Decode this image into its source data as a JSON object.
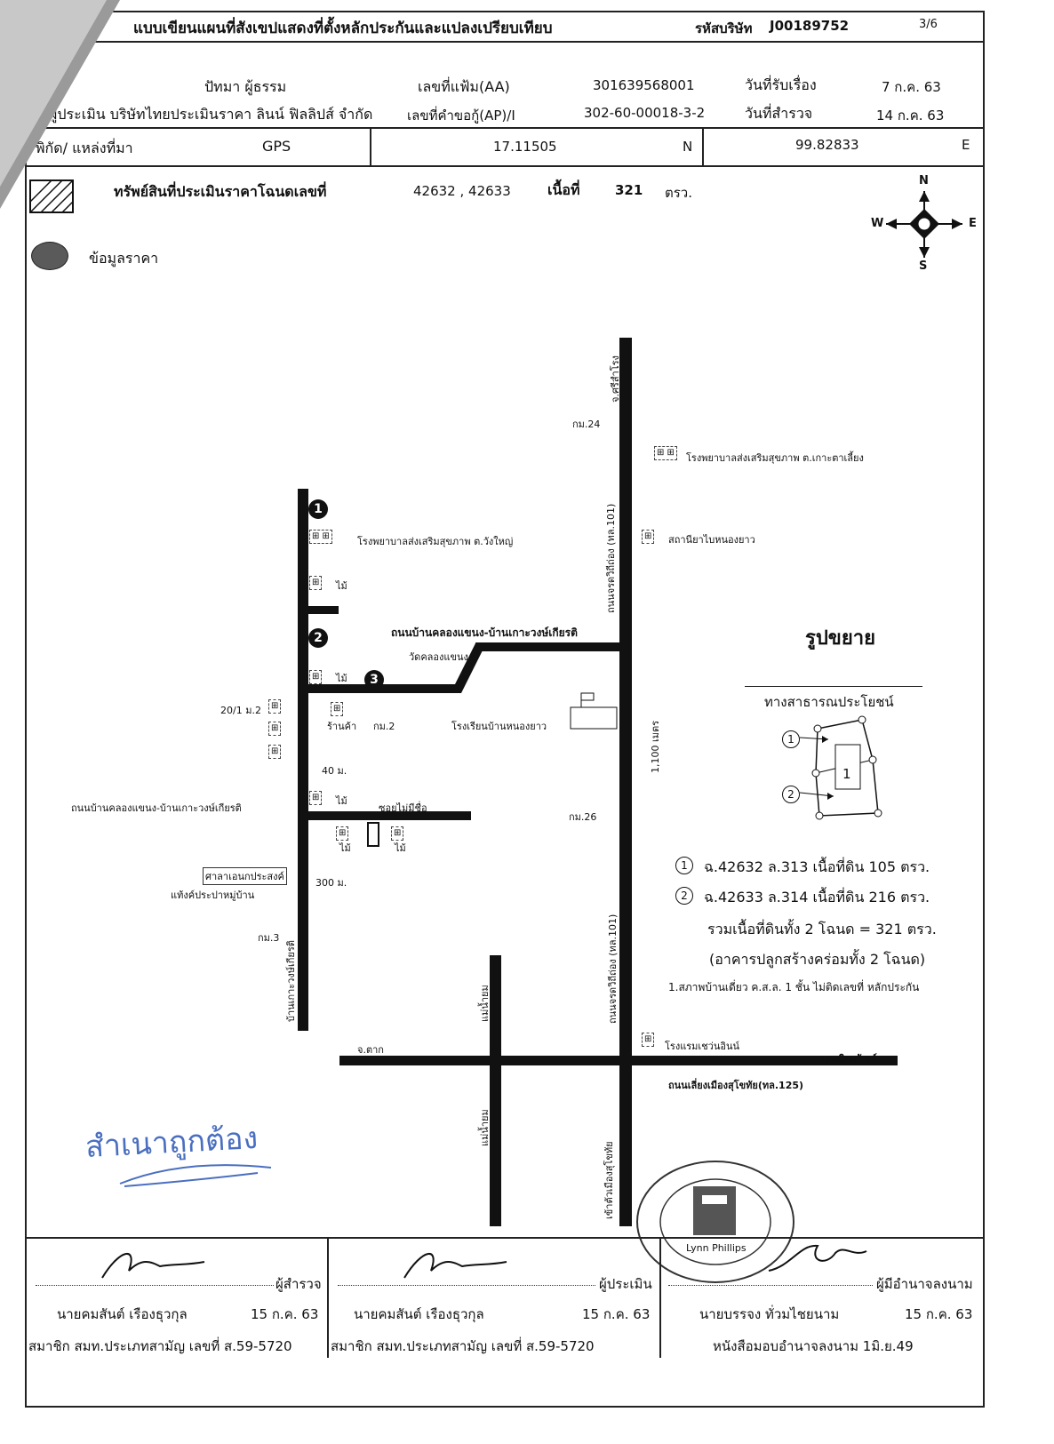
{
  "header": {
    "title": "แบบเขียนแผนที่สังเขปแสดงที่ตั้งหลักประกันและแปลงเปรียบเทียบ",
    "company_code_label": "รหัสบริษัท",
    "company_code": "J00189752",
    "page": "3/6",
    "owner": "ปัทมา  ผู้ธรรม",
    "file_no_label": "เลขที่แฟ้ม(AA)",
    "file_no": "301639568001",
    "received_label": "วันที่รับเรื่อง",
    "received_date": "7 ก.ค. 63",
    "appraiser_line": "ผู้ประเมิน  บริษัทไทยประเมินราคา ลินน์ ฟิลลิปส์ จำกัด",
    "loan_req_label": "เลขที่คำขอกู้(AP)/I",
    "loan_req_no": "302-60-00018-3-2",
    "survey_label": "วันที่สำรวจ",
    "survey_date": "14 ก.ค. 63",
    "coord_label": "พิกัด/  แหล่งที่มา",
    "coord_source": "GPS",
    "lat": "17.11505",
    "lat_dir": "N",
    "lon": "99.82833",
    "lon_dir": "E"
  },
  "legend": {
    "asset_label": "ทรัพย์สินที่ประเมินราคาโฉนดเลขที่",
    "deed_nos": "42632 , 42633",
    "area_label": "เนื้อที่",
    "area_value": "321",
    "area_unit": "ตรว.",
    "price_label": "ข้อมูลราคา"
  },
  "compass": {
    "n": "N",
    "s": "S",
    "e": "E",
    "w": "W"
  },
  "map": {
    "road_north": "จ.ศรีสำโรง",
    "km24": "กม.24",
    "hospital_1": "โรงพยาบาลส่งเสริมสุขภาพ ต.เกาะตาเลี้ยง",
    "hospital_2": "โรงพยาบาลส่งเสริมสุขภาพ ต.วังใหญ่",
    "police": "สถานียาไบหนองยาว",
    "main_road_upper": "ถนนจรดวิถีถ่อง (ทล.101)",
    "road_top_left": "ถนนบ้านคลองแขนง-บ้านเกาะวงษ์เกียรติ",
    "temple": "วัดคลองแขนง",
    "wood_a": "ไม้",
    "wood_b": "ไม้",
    "wood_c": "ไม้",
    "wood_d": "ไม้",
    "wood_e": "ไม้",
    "house_201": "20/1 ม.2",
    "shop": "ร้านค้า",
    "km2": "กม.2",
    "school": "โรงเรียนบ้านหนองยาว",
    "dist_1100": "1,100 เมตร",
    "dist_40": "40 ม.",
    "road_mid_left": "ถนนบ้านคลองแขนง-บ้านเกาะวงษ์เกียรติ",
    "soi": "ซอยไม่มีชื่อ",
    "km26": "กม.26",
    "sala": "ศาลาเอนกประสงค์",
    "water_tank": "แท้งค์ประปาหมู่บ้าน",
    "dist_300": "300 ม.",
    "km3": "กม.3",
    "road_left_vertical": "บ้านเกาะวงษ์เกียรติ",
    "mae_nam_yom_1": "แม่น้ำยม",
    "mae_nam_yom_2": "แม่น้ำยม",
    "main_road_lower": "ถนนจรดวิถีถ่อง (ทล.101)",
    "tak": "จ.ตาก",
    "hotel": "โรงแรมเชว่นอินน์",
    "singhawat": "ถนนสิงหวัฒน์",
    "bypass": "ถนนเลี่ยงเมืองสุโขทัย(ทล.125)",
    "into_city": "เข้าตัวเมืองสุโขทัย",
    "marker_1": "1",
    "marker_2": "2",
    "marker_3": "3"
  },
  "inset": {
    "title": "รูปขยาย",
    "public_road": "ทางสาธารณประโยชน์",
    "plot_label": "1",
    "circle_1": "1",
    "circle_2": "2",
    "deed_1": "ฉ.42632 ล.313 เนื้อที่ดิน 105 ตรว.",
    "deed_2": "ฉ.42633 ล.314 เนื้อที่ดิน 216 ตรว.",
    "total": "รวมเนื้อที่ดินทั้ง 2 โฉนด = 321 ตรว.",
    "note_building": "(อาคารปลูกสร้างคร่อมทั้ง 2 โฉนด)",
    "note_1": "1.สภาพบ้านเดี่ยว ค.ส.ล. 1 ชั้น ไม่ติดเลขที่ หลักประกัน"
  },
  "stamp_text": "สำเนาถูกต้อง",
  "company_stamp": "Lynn Phillips",
  "footer": {
    "surveyor_role": "ผู้สำรวจ",
    "appraiser_role": "ผู้ประเมิน",
    "authorized_role": "ผู้มีอำนาจลงนาม",
    "surveyor_name": "นายคมสันต์  เรืองธุวกุล",
    "surveyor_date": "15 ก.ค. 63",
    "appraiser_name": "นายคมสันต์  เรืองธุวกุล",
    "appraiser_date": "15 ก.ค. 63",
    "authorized_name": "นายบรรจง  ทั่วมไชยนาม",
    "authorized_date": "15 ก.ค. 63",
    "surveyor_member": "สมาชิก สมท.ประเภทสามัญ เลขที่ ส.59-5720",
    "appraiser_member": "สมาชิก สมท.ประเภทสามัญ เลขที่ ส.59-5720",
    "authorized_letter": "หนังสือมอบอำนาจลงนาม  1มิ.ย.49"
  }
}
